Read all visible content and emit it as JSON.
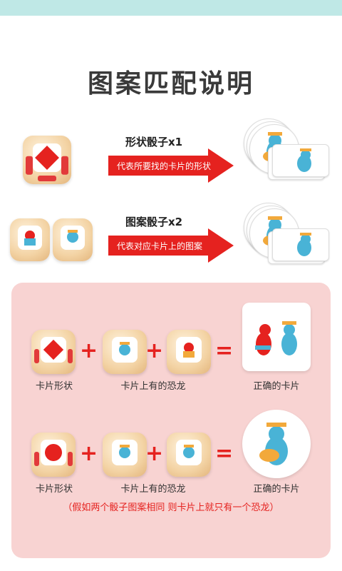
{
  "title": "图案匹配说明",
  "row1": {
    "label": "形状骰子x1",
    "arrow_text": "代表所要找的卡片的形状"
  },
  "row2": {
    "label": "图案骰子x2",
    "arrow_text": "代表对应卡片上的图案"
  },
  "panel": {
    "eq1": {
      "cap_shape": "卡片形状",
      "cap_dino": "卡片上有的恐龙",
      "cap_result": "正确的卡片"
    },
    "eq2": {
      "cap_shape": "卡片形状",
      "cap_dino": "卡片上有的恐龙",
      "cap_result": "正确的卡片"
    },
    "plus": "+",
    "equals": "=",
    "note": "（假如两个骰子图案相同    则卡片上就只有一个恐龙）"
  },
  "colors": {
    "accent_red": "#e5221f",
    "panel_pink": "#f8d3d2",
    "top_band": "#bfe8e6"
  }
}
